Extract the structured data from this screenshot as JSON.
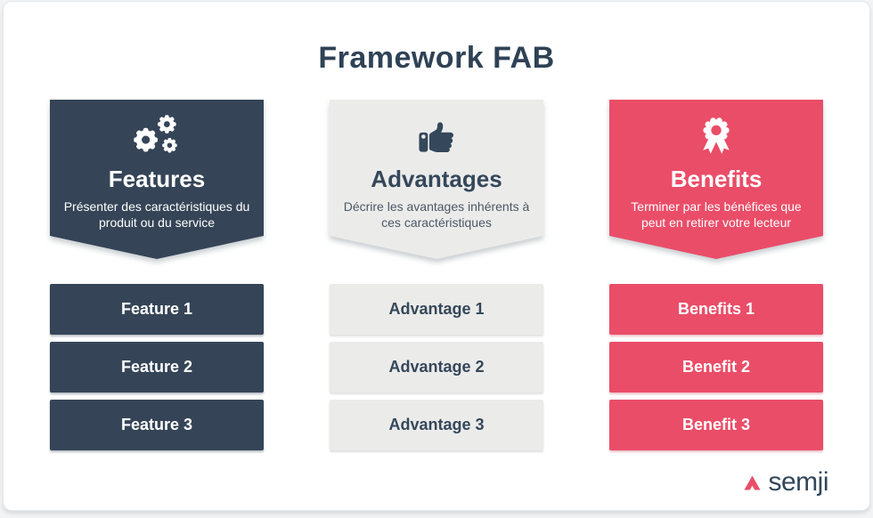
{
  "page": {
    "title": "Framework FAB"
  },
  "theme": {
    "navy": "#354557",
    "light_gray": "#ebebea",
    "pink": "#ea4d68",
    "title_color": "#2f4256",
    "white": "#ffffff"
  },
  "columns": [
    {
      "id": "features",
      "icon": "gears-icon",
      "title": "Features",
      "subtitle": "Présenter des caractéristiques du produit ou du service",
      "items": [
        "Feature 1",
        "Feature 2",
        "Feature 3"
      ]
    },
    {
      "id": "advantages",
      "icon": "thumbs-up-icon",
      "title": "Advantages",
      "subtitle": "Décrire les avantages inhérents à ces caractéristiques",
      "items": [
        "Advantage 1",
        "Advantage 2",
        "Advantage 3"
      ]
    },
    {
      "id": "benefits",
      "icon": "award-icon",
      "title": "Benefits",
      "subtitle": "Terminer par les bénéfices que peut en retirer votre lecteur",
      "items": [
        "Benefits 1",
        "Benefit 2",
        "Benefit 3"
      ]
    }
  ],
  "footer": {
    "logo_text": "semji"
  }
}
